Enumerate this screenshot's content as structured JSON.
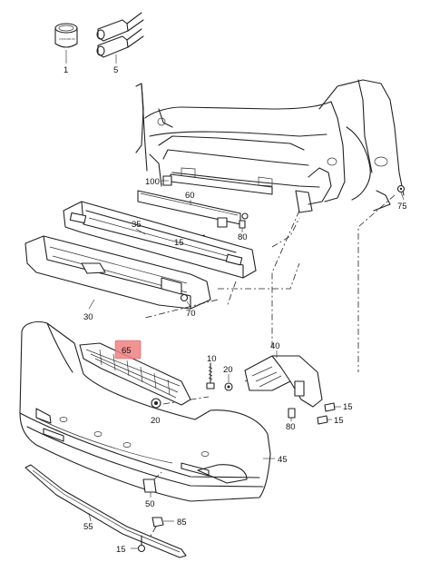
{
  "diagram": {
    "highlight_color": "#f08080",
    "highlighted_part": "65",
    "callouts": {
      "p1": "1",
      "p5": "5",
      "p75": "75",
      "p100": "100",
      "p60": "60",
      "p35": "35",
      "p15a": "15",
      "p80a": "80",
      "p70": "70",
      "p30": "30",
      "p65": "65",
      "p10": "10",
      "p20a": "20",
      "p20b": "20",
      "p40": "40",
      "p15b": "15",
      "p15c": "15",
      "p80b": "80",
      "p45": "45",
      "p50": "50",
      "p55": "55",
      "p85": "85",
      "p15d": "15"
    }
  }
}
